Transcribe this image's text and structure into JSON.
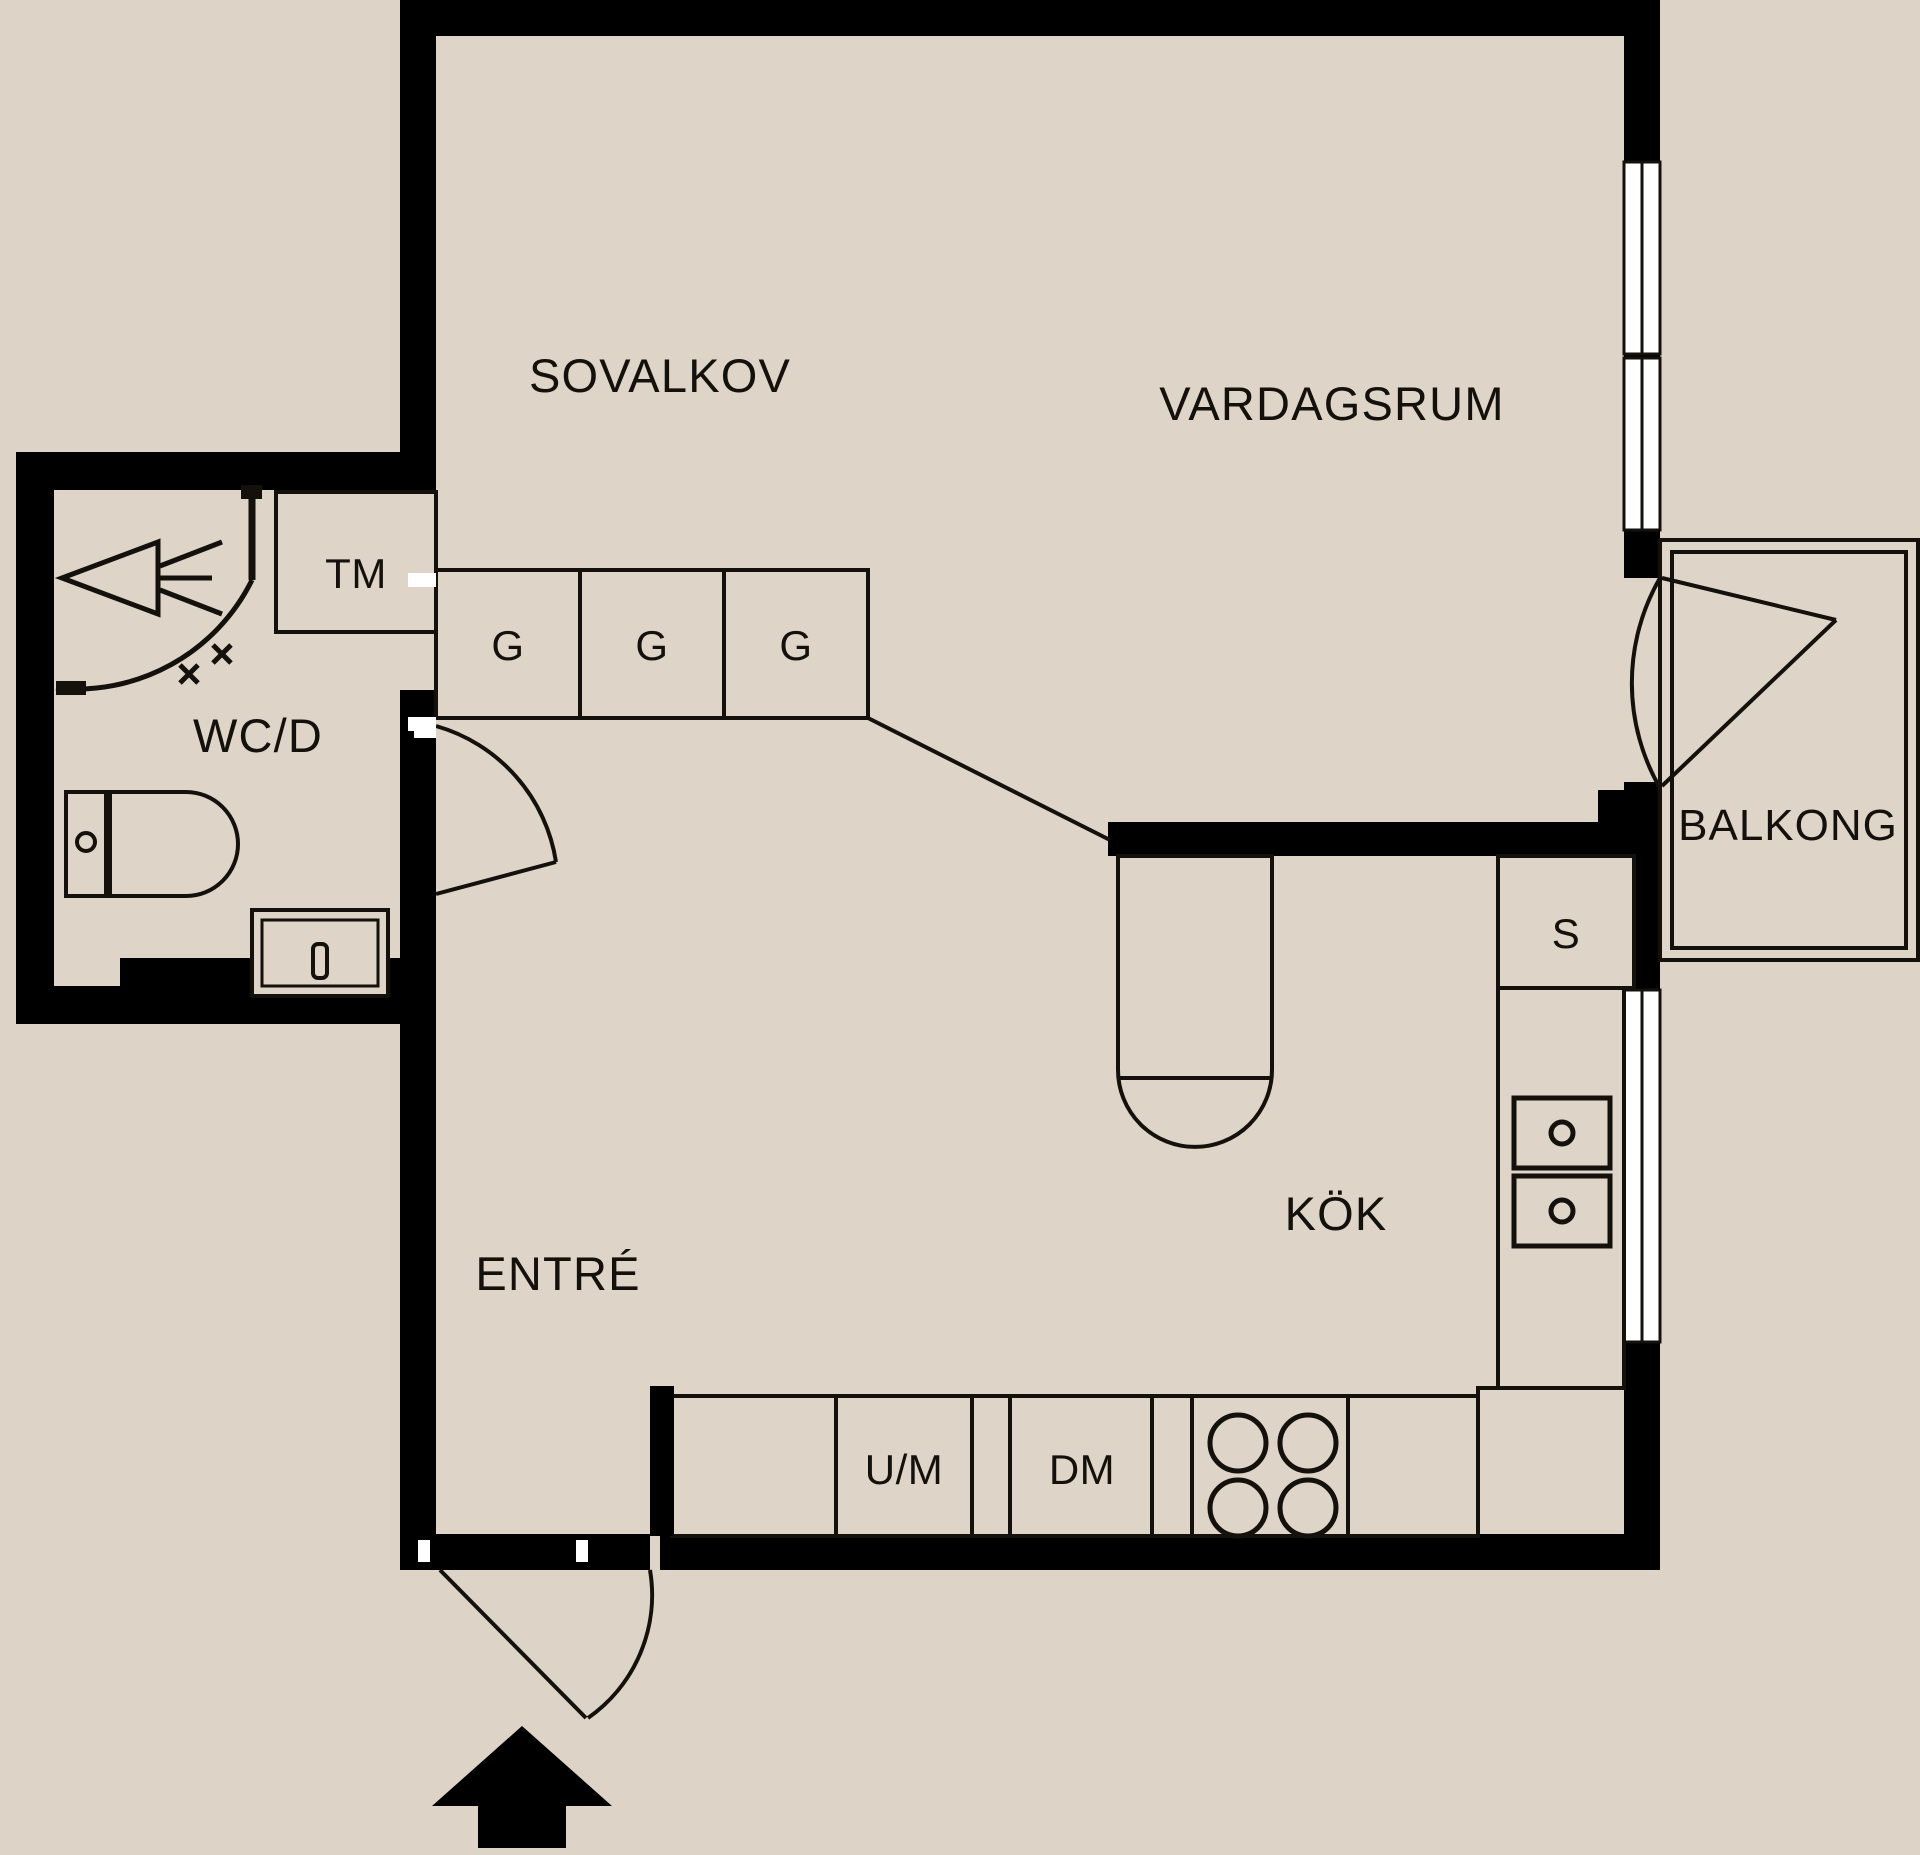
{
  "plan": {
    "type": "apartment-floor-plan",
    "language": "sv",
    "background_color": "#ddd3c6",
    "wall_color": "#000000",
    "floor_color": "#ded4c7",
    "line_color": "#14110d",
    "window_color": "#ffffff"
  },
  "rooms": [
    {
      "key": "sovalkov",
      "label": "SOVALKOV",
      "name_en": "sleeping alcove"
    },
    {
      "key": "vardagsrum",
      "label": "VARDAGSRUM",
      "name_en": "living room"
    },
    {
      "key": "wc_d",
      "label": "WC/D",
      "name_en": "toilet / shower"
    },
    {
      "key": "entre",
      "label": "ENTRÉ",
      "name_en": "entrance hall"
    },
    {
      "key": "kok",
      "label": "KÖK",
      "name_en": "kitchen"
    },
    {
      "key": "balkong",
      "label": "BALKONG",
      "name_en": "balcony"
    }
  ],
  "fixtures": [
    {
      "key": "tm",
      "label": "TM",
      "name_en": "washing machine"
    },
    {
      "key": "garderob_1",
      "label": "G",
      "name_en": "wardrobe"
    },
    {
      "key": "garderob_2",
      "label": "G",
      "name_en": "wardrobe"
    },
    {
      "key": "garderob_3",
      "label": "G",
      "name_en": "wardrobe"
    },
    {
      "key": "skafferi",
      "label": "S",
      "name_en": "pantry / storage"
    },
    {
      "key": "um",
      "label": "U/M",
      "name_en": "oven / microwave"
    },
    {
      "key": "dm",
      "label": "DM",
      "name_en": "dishwasher"
    }
  ],
  "symbols": [
    {
      "key": "entrance-arrow",
      "name_en": "entrance direction arrow"
    },
    {
      "key": "shower",
      "name_en": "shower with drain"
    },
    {
      "key": "toilet",
      "name_en": "toilet"
    },
    {
      "key": "washbasin",
      "name_en": "washbasin"
    },
    {
      "key": "sink",
      "name_en": "double kitchen sink"
    },
    {
      "key": "hob",
      "name_en": "four-ring cooktop"
    },
    {
      "key": "fridge",
      "name_en": "refrigerator / rounded unit"
    }
  ]
}
